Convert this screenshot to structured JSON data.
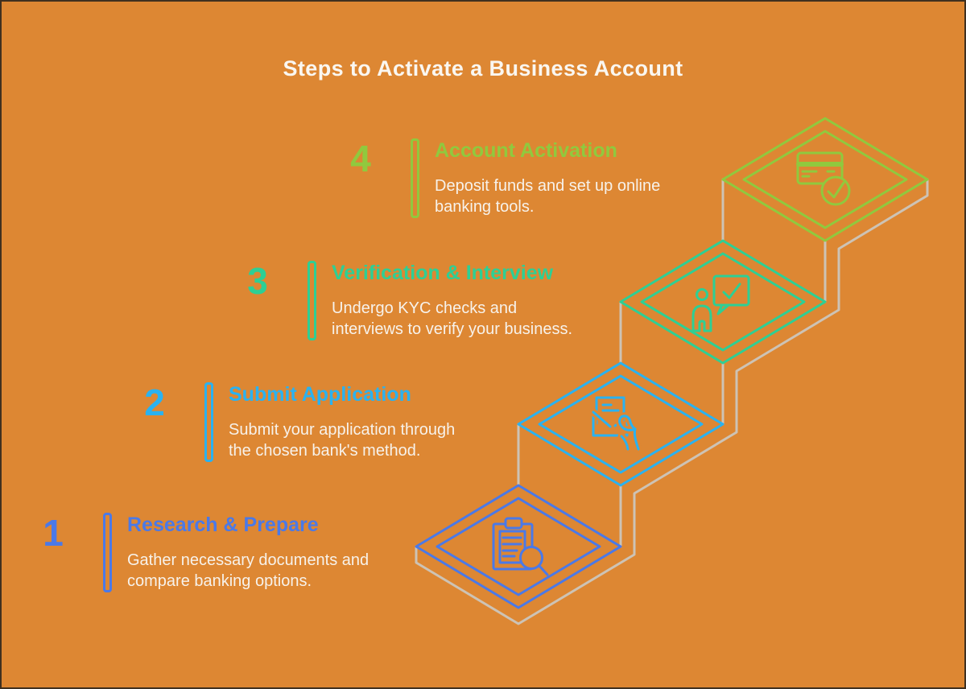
{
  "title": "Steps to Activate a Business Account",
  "theme": {
    "bg": "#DD8733",
    "frame": "#40301F",
    "wall": "#CDC3B5",
    "text": "#F7F2EB",
    "title_color": "#FAF7F1"
  },
  "steps": [
    {
      "number": "1",
      "title": "Research & Prepare",
      "description": "Gather necessary documents and\ncompare banking options.",
      "color": "#4A79E8",
      "icon": "clipboard-search-icon"
    },
    {
      "number": "2",
      "title": "Submit Application",
      "description": "Submit your application through\nthe chosen bank's method.",
      "color": "#2AB2F0",
      "icon": "hand-submit-document-icon"
    },
    {
      "number": "3",
      "title": "Verification & Interview",
      "description": "Undergo KYC checks and\ninterviews to verify your business.",
      "color": "#2ECF94",
      "icon": "person-speech-check-icon"
    },
    {
      "number": "4",
      "title": "Account Activation",
      "description": "Deposit funds and set up online\nbanking tools.",
      "color": "#90C93E",
      "icon": "credit-card-check-icon"
    }
  ]
}
